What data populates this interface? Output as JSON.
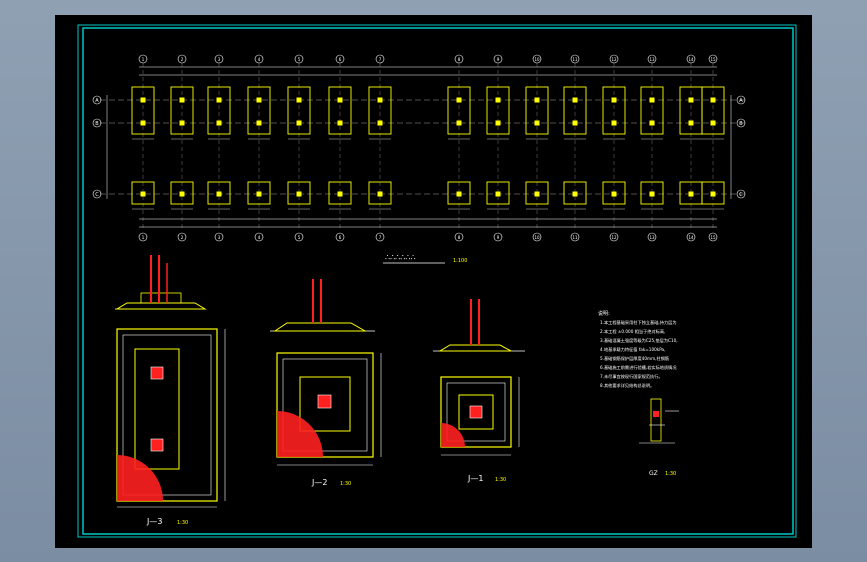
{
  "plan": {
    "title": "∴∴∴∴∴∴",
    "scale": "1:100",
    "axes_top": [
      "1",
      "2",
      "3",
      "4",
      "5",
      "6",
      "7",
      "8",
      "9",
      "10",
      "11",
      "12",
      "13",
      "14",
      "15"
    ],
    "axes_side": [
      "A",
      "B",
      "C"
    ]
  },
  "details": [
    {
      "id": "j3",
      "label": "J—3",
      "scale": "1:30"
    },
    {
      "id": "j2",
      "label": "J—2",
      "scale": "1:30"
    },
    {
      "id": "j1",
      "label": "J—1",
      "scale": "1:30"
    },
    {
      "id": "gz",
      "label": "GZ",
      "scale": "1:30"
    }
  ],
  "notes": {
    "heading": "说明:",
    "lines": [
      "1.本工程基础采用柱下独立基础,持力层为",
      "2.本工程 ±0.000 相当于绝对标高,",
      "3.基础混凝土强度等级为C25,垫层为C10,",
      "4.地基承载力特征值 fak=100kPa,",
      "5.基础钢筋保护层厚度40mm,柱钢筋",
      "6.基础施工前需进行验槽,若实际地质情况",
      "7.未尽事宜按现行国家规范执行。",
      "8.其他要求详见结构总说明。"
    ]
  },
  "colors": {
    "background": "#000000",
    "frame": "#00c8c8",
    "footing": "#ffff00",
    "column": "#ff2020",
    "dimension": "#ffffff",
    "axis": "#c8c8c8"
  }
}
